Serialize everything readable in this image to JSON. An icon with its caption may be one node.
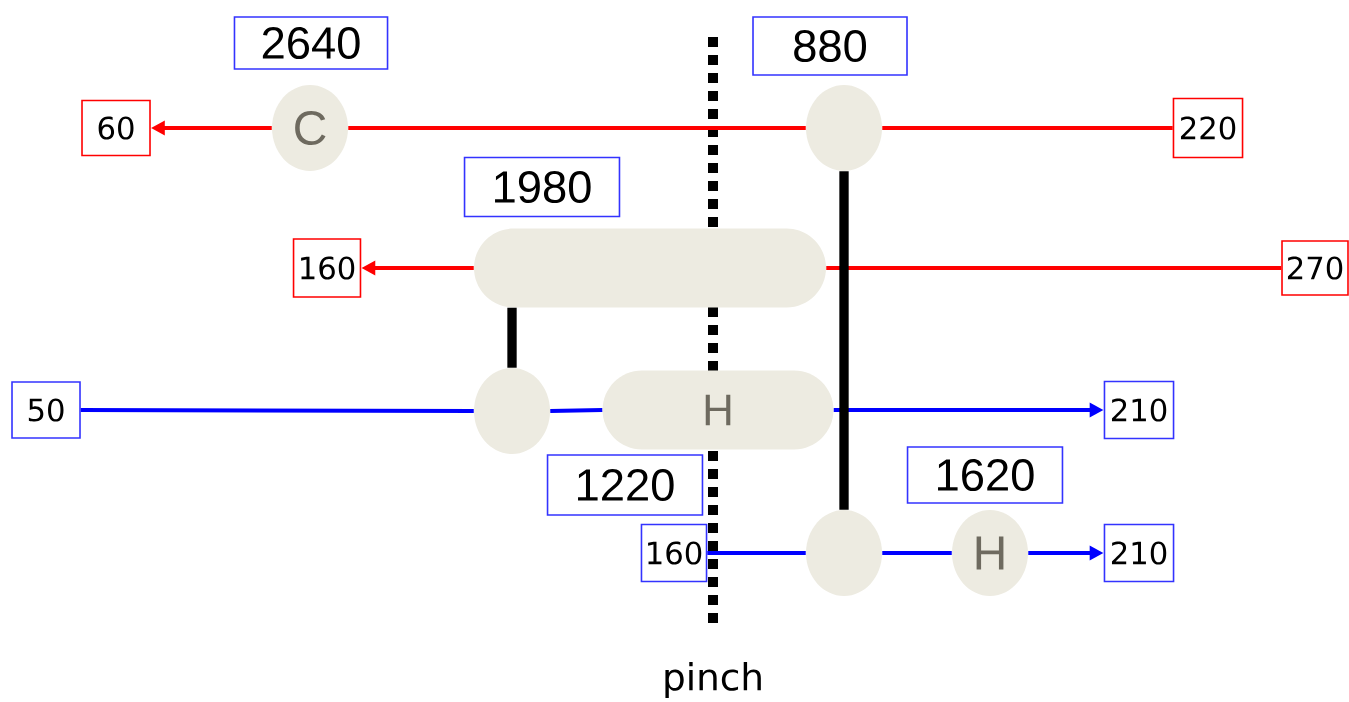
{
  "diagram": {
    "nodes": [
      {
        "text": [
          "2640"
        ]
      },
      {
        "text": [
          "880"
        ]
      },
      {
        "text": [
          "60"
        ]
      },
      {
        "text": [
          "C"
        ]
      },
      {
        "text": [],
        "shape": "circle"
      },
      {
        "text": [
          "220"
        ]
      },
      {
        "text": [
          "1980"
        ]
      },
      {
        "text": [
          "160"
        ]
      },
      {
        "text": [],
        "shape": "box"
      },
      {
        "text": [
          "270"
        ]
      },
      {
        "text": [
          "50"
        ]
      },
      {
        "text": [],
        "shape": "circle"
      },
      {
        "text": [
          "H"
        ]
      },
      {
        "text": [
          "210"
        ]
      },
      {
        "text": [
          "1220"
        ]
      },
      {
        "text": [
          "1620"
        ]
      },
      {
        "text": [
          "160"
        ]
      },
      {
        "text": [],
        "shape": "circle"
      },
      {
        "text": [
          "H"
        ]
      },
      {
        "text": [
          "210"
        ]
      }
    ],
    "edges": [
      {
        "from": 5,
        "to": 4,
        "arrow": "none",
        "color": "#ff0000"
      },
      {
        "from": 4,
        "to": 3,
        "arrow": "none",
        "color": "#ff0000"
      },
      {
        "from": 3,
        "to": 2,
        "arrow": "to",
        "color": "#ff0000"
      },
      {
        "from": 9,
        "to": 8,
        "arrow": "none",
        "color": "#ff0000"
      },
      {
        "from": 8,
        "to": 7,
        "arrow": "to",
        "color": "#ff0000"
      },
      {
        "from": 10,
        "to": 11,
        "arrow": "none",
        "color": "#0000ff"
      },
      {
        "from": 11,
        "to": 12,
        "arrow": "none",
        "color": "#0000ff"
      },
      {
        "from": 12,
        "to": 13,
        "arrow": "to",
        "color": "#0000ff"
      },
      {
        "from": 16,
        "to": 17,
        "arrow": "none",
        "color": "#0000ff"
      },
      {
        "from": 17,
        "to": 18,
        "arrow": "none",
        "color": "#0000ff"
      },
      {
        "from": 18,
        "to": 19,
        "arrow": "to",
        "color": "#0000ff"
      },
      {
        "from": 8,
        "to": 11,
        "arrow": "none",
        "style": "thick",
        "color": "#000000"
      },
      {
        "from": 4,
        "to": 17,
        "arrow": "none",
        "style": "thick",
        "color": "#000000"
      }
    ],
    "labels": [
      "pinch"
    ]
  }
}
